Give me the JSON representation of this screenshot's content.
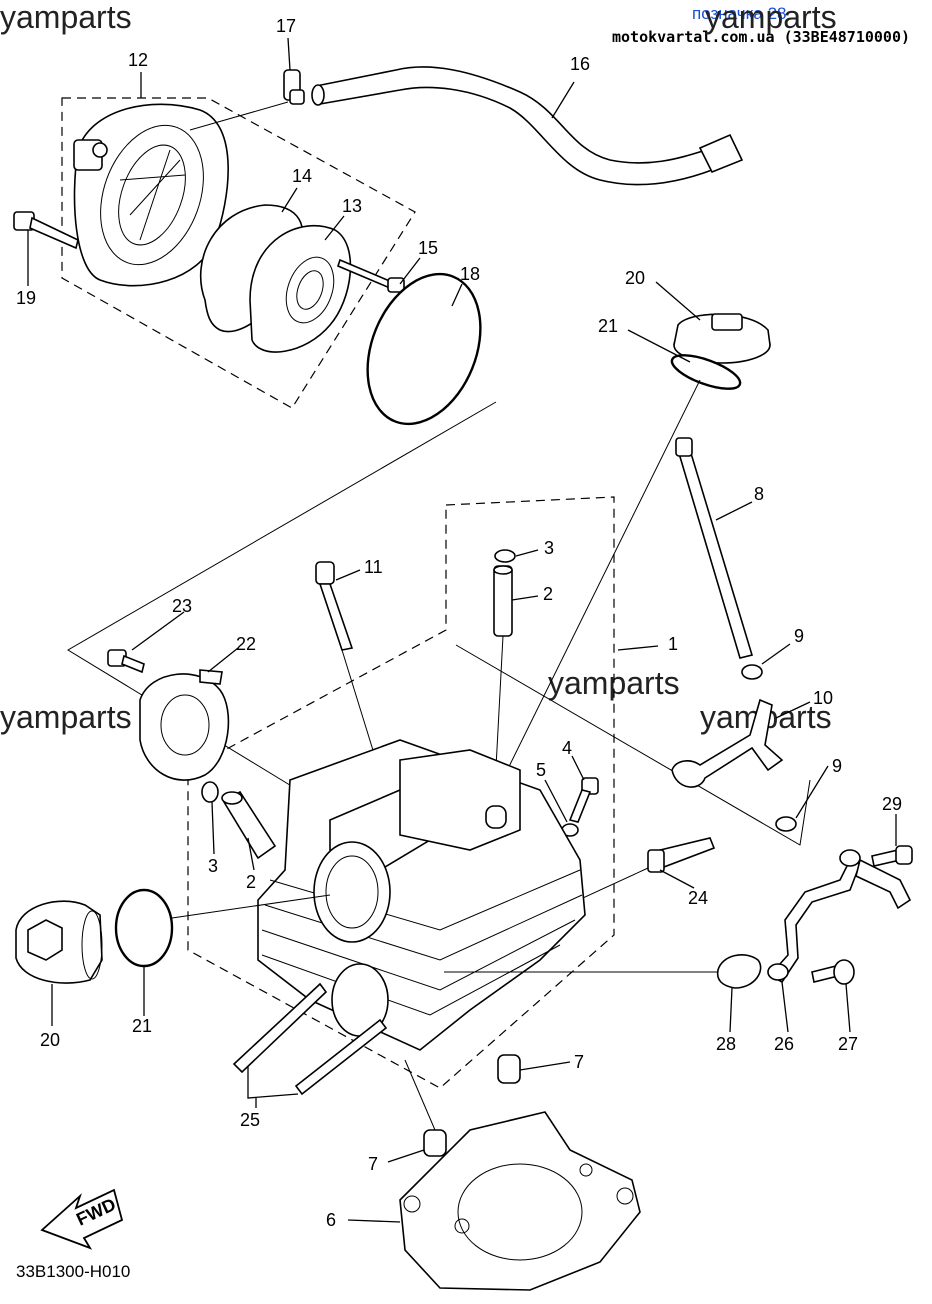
{
  "watermark": "yamparts",
  "header": {
    "link_text": "позначка 28",
    "source": "motokvartal.com.ua (33BE48710000)"
  },
  "diagram_code": "33B1300-H010",
  "fwd_label": "FWD",
  "callouts": {
    "c1": "1",
    "c2a": "2",
    "c2b": "2",
    "c3a": "3",
    "c3b": "3",
    "c4": "4",
    "c5": "5",
    "c6": "6",
    "c7a": "7",
    "c7b": "7",
    "c8": "8",
    "c9a": "9",
    "c9b": "9",
    "c10": "10",
    "c11": "11",
    "c12": "12",
    "c13": "13",
    "c14": "14",
    "c15": "15",
    "c16": "16",
    "c17": "17",
    "c18": "18",
    "c19": "19",
    "c20a": "20",
    "c20b": "20",
    "c21a": "21",
    "c21b": "21",
    "c22": "22",
    "c23": "23",
    "c24": "24",
    "c25": "25",
    "c26": "26",
    "c27": "27",
    "c28": "28",
    "c29": "29"
  }
}
